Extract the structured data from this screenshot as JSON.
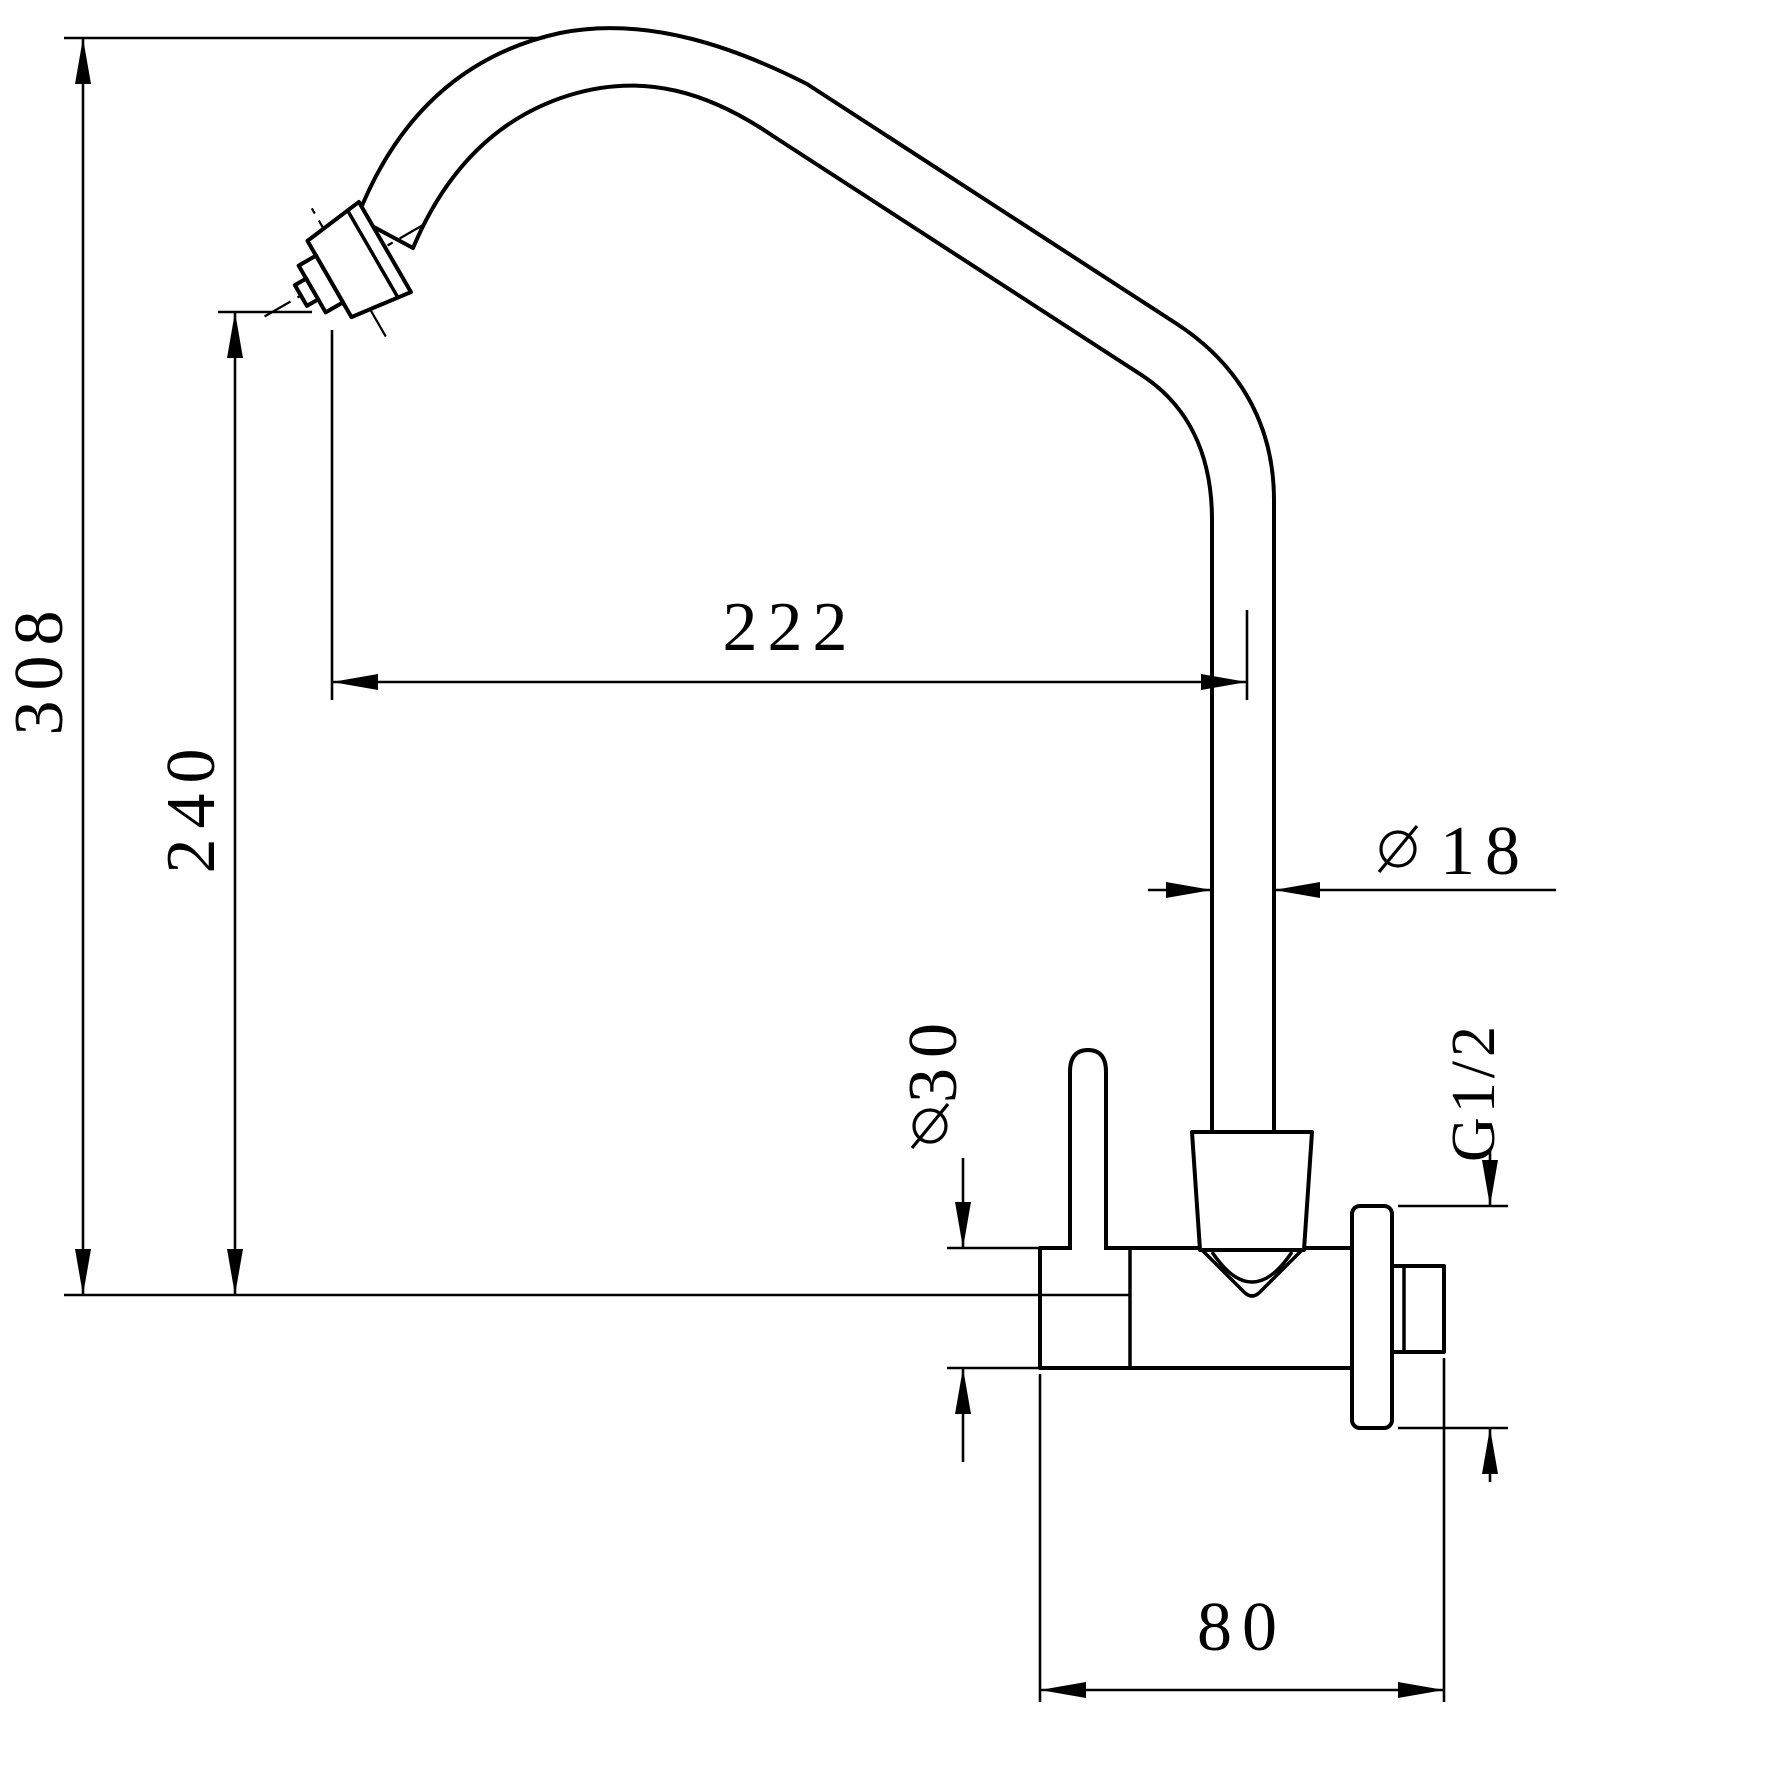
{
  "drawing": {
    "type": "faucet-dimension-drawing",
    "dimension_labels": {
      "overall_height": "308",
      "spout_outlet_height": "240",
      "spout_reach": "222",
      "pipe_diameter": "18",
      "body_diameter": "30",
      "inlet_thread": "G1/2",
      "body_width": "80"
    },
    "icons": {
      "pipe_diameter_symbol": "diameter-icon",
      "body_diameter_symbol": "diameter-icon"
    },
    "colors": {
      "line": "#000000",
      "background": "#ffffff"
    }
  }
}
